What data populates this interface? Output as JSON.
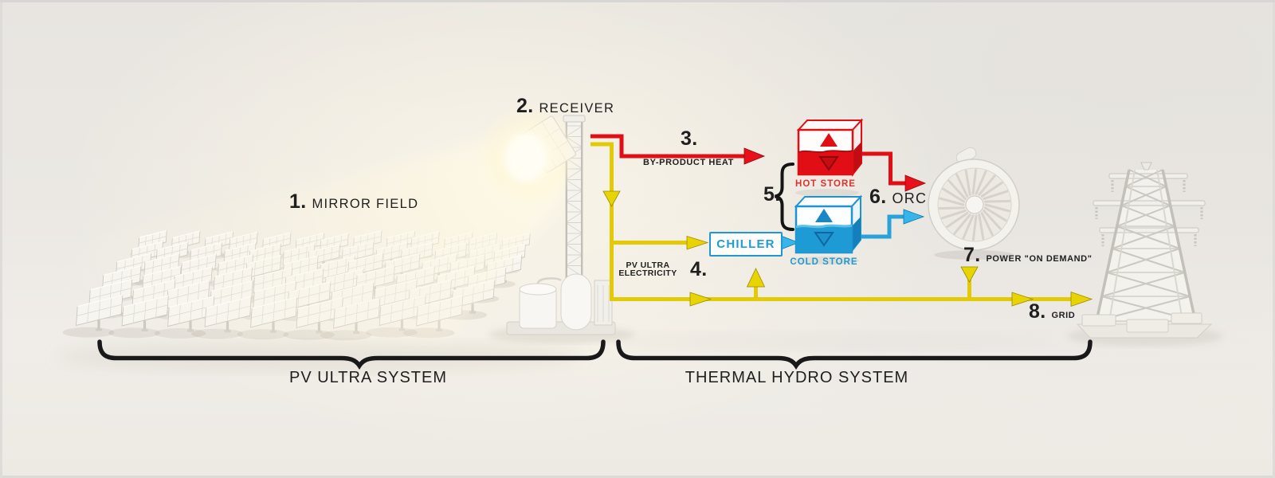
{
  "figures": {
    "mirror_field": {
      "num": "1.",
      "label": "MIRROR FIELD"
    },
    "receiver": {
      "num": "2.",
      "label": "RECEIVER"
    },
    "byproduct_heat": {
      "num": "3.",
      "label": "BY-PRODUCT HEAT"
    },
    "pv_electricity": {
      "num": "4.",
      "line1": "PV ULTRA",
      "line2": "ELECTRICITY"
    },
    "thermal_stores": {
      "num": "5.",
      "hot_label": "HOT STORE",
      "cold_label": "COLD STORE"
    },
    "chiller": {
      "label": "CHILLER"
    },
    "orc": {
      "num": "6.",
      "label": "ORC"
    },
    "power_on_demand": {
      "num": "7.",
      "label": "POWER \"ON DEMAND\""
    },
    "grid": {
      "num": "8.",
      "label": "GRID"
    }
  },
  "systems": {
    "pv_ultra": "PV ULTRA SYSTEM",
    "thermal_hydro": "THERMAL HYDRO SYSTEM"
  },
  "colors": {
    "heat_red": "#e10e15",
    "electricity_yellow": "#e2cb06",
    "chilled_blue": "#29a1d9",
    "brace_black": "#191919",
    "hot_label_red": "#e0322f",
    "cold_label_blue": "#219ad3",
    "background": "#ebe8e3"
  }
}
